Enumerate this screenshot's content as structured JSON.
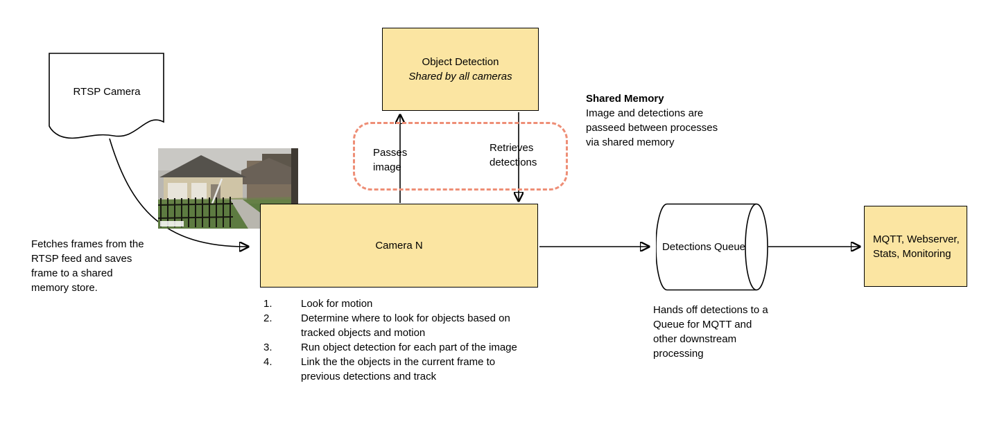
{
  "colors": {
    "node_fill": "#FBE5A2",
    "node_border": "#000000",
    "shared_memory_dash": "#EE8E76"
  },
  "nodes": {
    "rtsp_camera": {
      "label": "RTSP Camera"
    },
    "object_detection": {
      "title": "Object Detection",
      "subtitle": "Shared by all cameras"
    },
    "camera_n": {
      "label": "Camera N"
    },
    "detections_queue": {
      "label": "Detections Queue"
    },
    "outputs": {
      "label": "MQTT, Webserver, Stats, Monitoring"
    }
  },
  "edge_labels": {
    "passes_image": "Passes image",
    "retrieves_detections": "Retrieves detections"
  },
  "annotations": {
    "shared_memory_title": "Shared Memory",
    "shared_memory_body": "Image and detections are passeed between processes via shared memory",
    "fetch_note": "Fetches frames from the RTSP feed and saves frame to a shared memory store.",
    "handoff_note": "Hands off detections to a Queue for MQTT and other downstream processing"
  },
  "camera_steps": [
    {
      "num": "1.",
      "text": "Look for motion"
    },
    {
      "num": "2.",
      "text": "Determine where to look for objects based on tracked objects and motion"
    },
    {
      "num": "3.",
      "text": "Run object detection for each part of the image"
    },
    {
      "num": "4.",
      "text": "Link the the objects in the current frame to previous detections and track"
    }
  ]
}
